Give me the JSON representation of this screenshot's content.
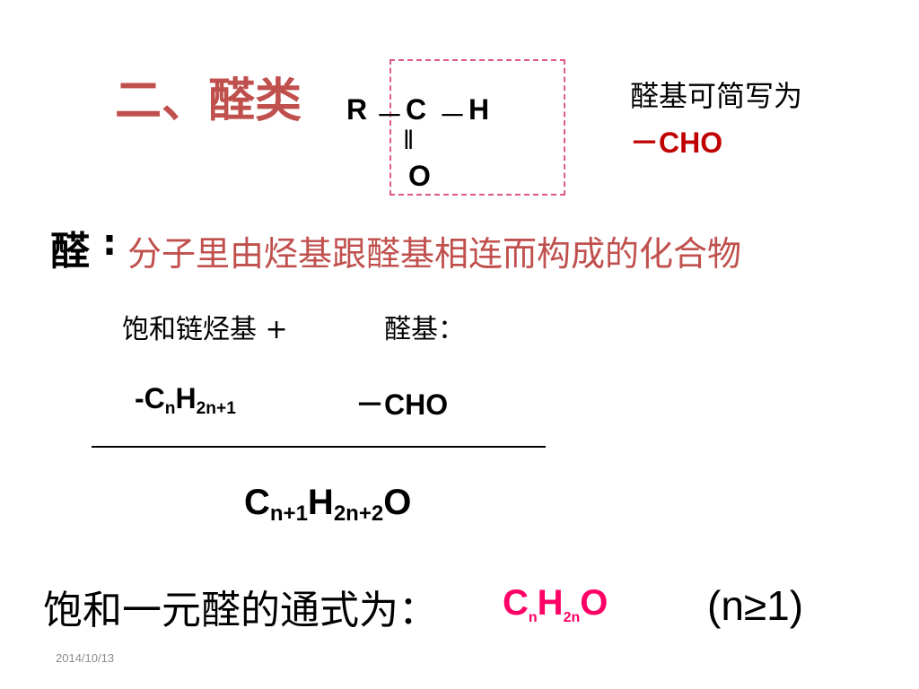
{
  "title": "二、醛类",
  "structure": {
    "r": "R",
    "dash1": "－",
    "c": "C",
    "dash2": "－",
    "h": "H",
    "double_bond": "‖",
    "o": "O"
  },
  "note": {
    "line1": "醛基可简写为",
    "line2": "－CHO"
  },
  "definition": {
    "term": "醛",
    "colon": ":",
    "text": "分子里由烃基跟醛基相连而构成的化合物"
  },
  "labels": {
    "alkyl": "饱和链烃基 +",
    "aldehyde_group": "醛基："
  },
  "formula_alkyl": {
    "prefix": "-C",
    "sub1": "n",
    "mid": "H",
    "sub2": "2n+1"
  },
  "formula_cho": "－CHO",
  "formula_result": {
    "c": "C",
    "sub1": "n+1",
    "h": "H",
    "sub2": "2n+2",
    "o": "O"
  },
  "summary": "饱和一元醛的通式为：",
  "general_formula": {
    "c": "C",
    "sub1": "n",
    "h": "H",
    "sub2": "2n",
    "o": "O"
  },
  "condition": "(n≥1)",
  "date": "2014/10/13",
  "colors": {
    "title": "#c0504d",
    "definition_text": "#c0504d",
    "note_formula": "#c00000",
    "general_formula": "#ff0066",
    "dashed_box": "#e05a86"
  }
}
